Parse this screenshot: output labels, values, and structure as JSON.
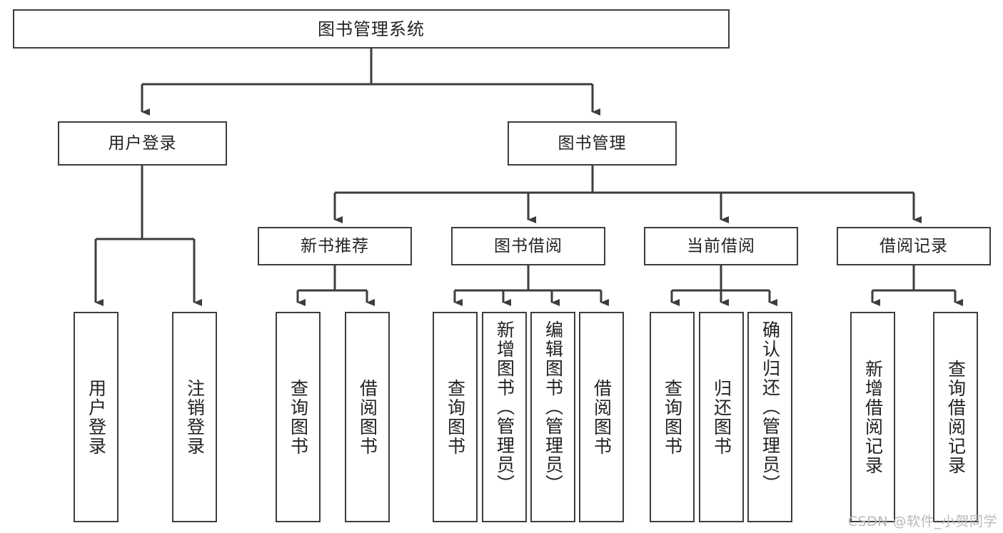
{
  "diagram": {
    "type": "hierarchy-tree",
    "title": "图书管理系统",
    "background_color": "#ffffff",
    "line_color": "#3d3d3d",
    "box_border_color": "#3d3d3d",
    "text_color": "#222222",
    "levels": 4
  },
  "nodes": {
    "root": {
      "label": "图书管理系统"
    },
    "level2": [
      {
        "label": "用户登录"
      },
      {
        "label": "图书管理"
      }
    ],
    "level3": [
      {
        "label": "新书推荐"
      },
      {
        "label": "图书借阅"
      },
      {
        "label": "当前借阅"
      },
      {
        "label": "借阅记录"
      }
    ],
    "leaves": {
      "user_login": [
        {
          "label": "用户登录"
        },
        {
          "label": "注销登录"
        }
      ],
      "new_book_recommend": [
        {
          "label": "查询图书"
        },
        {
          "label": "借阅图书"
        }
      ],
      "book_borrow": [
        {
          "label": "查询图书"
        },
        {
          "label": "新增图书（管理员）"
        },
        {
          "label": "编辑图书（管理员）"
        },
        {
          "label": "借阅图书"
        }
      ],
      "current_borrow": [
        {
          "label": "查询图书"
        },
        {
          "label": "归还图书"
        },
        {
          "label": "确认归还（管理员）"
        }
      ],
      "borrow_record": [
        {
          "label": "新增借阅记录"
        },
        {
          "label": "查询借阅记录"
        }
      ]
    }
  },
  "watermark": {
    "text": "CSDN @软件_小贺同学"
  }
}
